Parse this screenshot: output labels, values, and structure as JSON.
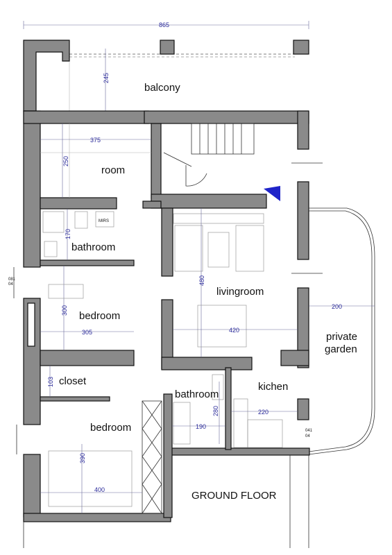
{
  "rooms": {
    "balcony": "balcony",
    "room": "room",
    "bathroom_upper": "bathroom",
    "livingroom": "livingroom",
    "bedroom_middle": "bedroom",
    "closet": "closet",
    "bathroom_lower": "bathroom",
    "kitchen": "kichen",
    "bedroom_lower": "bedroom",
    "private_garden_line1": "private",
    "private_garden_line2": "garden",
    "ground_floor": "GROUND FLOOR"
  },
  "dimensions": {
    "overall_width": "865",
    "balcony_depth": "245",
    "room_width": "375",
    "room_depth": "250",
    "bathroom_depth": "170",
    "living_depth": "480",
    "living_width": "420",
    "bedroom_depth": "300",
    "bedroom_width": "305",
    "garden_width": "200",
    "closet_depth": "103",
    "bathroom_lower_depth": "280",
    "bathroom_lower_width": "190",
    "kitchen_width": "220",
    "bedroom_lower_depth": "390",
    "bedroom_lower_width": "400"
  },
  "small_labels": {
    "window_left_1": "081",
    "window_left_2": "04",
    "window_right_1": "041",
    "window_right_2": "04",
    "cupboard": "MIRS"
  },
  "colors": {
    "wall": "#8a8a8a",
    "dimension": "#2a2a9a",
    "stair_marker": "#1f24c9"
  }
}
